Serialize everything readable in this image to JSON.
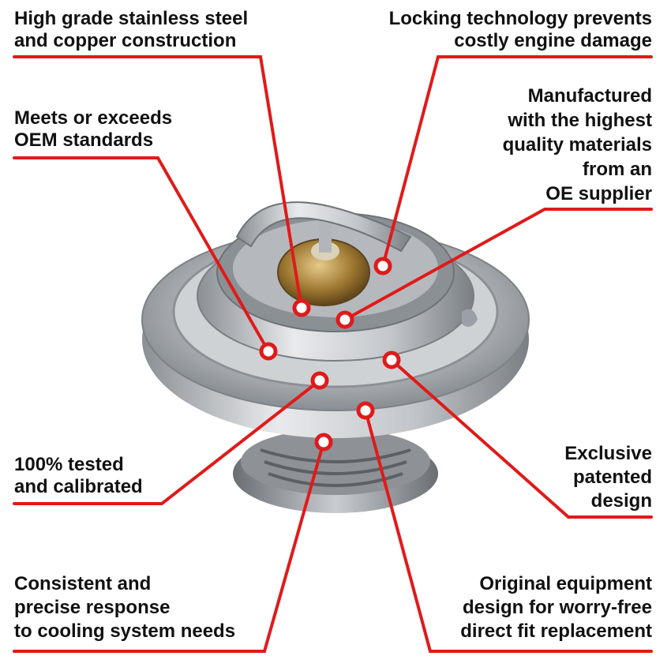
{
  "colors": {
    "accent": "#e01a1a",
    "text": "#111111",
    "background": "#ffffff",
    "metal": "#b8bcc0",
    "brass": "#b08a3c"
  },
  "product": {
    "icon": "thermostat-photo"
  },
  "callouts": {
    "stainless": {
      "lines": [
        "High grade stainless steel",
        "and copper construction"
      ]
    },
    "locking": {
      "lines": [
        "Locking technology prevents",
        "costly engine damage"
      ]
    },
    "oem": {
      "lines": [
        "Meets or exceeds",
        "OEM standards"
      ]
    },
    "manufactured": {
      "lines": [
        "Manufactured",
        "with the highest",
        "quality materials",
        "from an",
        "OE supplier"
      ]
    },
    "tested": {
      "lines": [
        "100% tested",
        "and calibrated"
      ]
    },
    "exclusive": {
      "lines": [
        "Exclusive",
        "patented",
        "design"
      ]
    },
    "consistent": {
      "lines": [
        "Consistent and",
        "precise response",
        "to cooling system needs"
      ]
    },
    "original": {
      "lines": [
        "Original equipment",
        "design for worry-free",
        "direct fit replacement"
      ]
    }
  }
}
